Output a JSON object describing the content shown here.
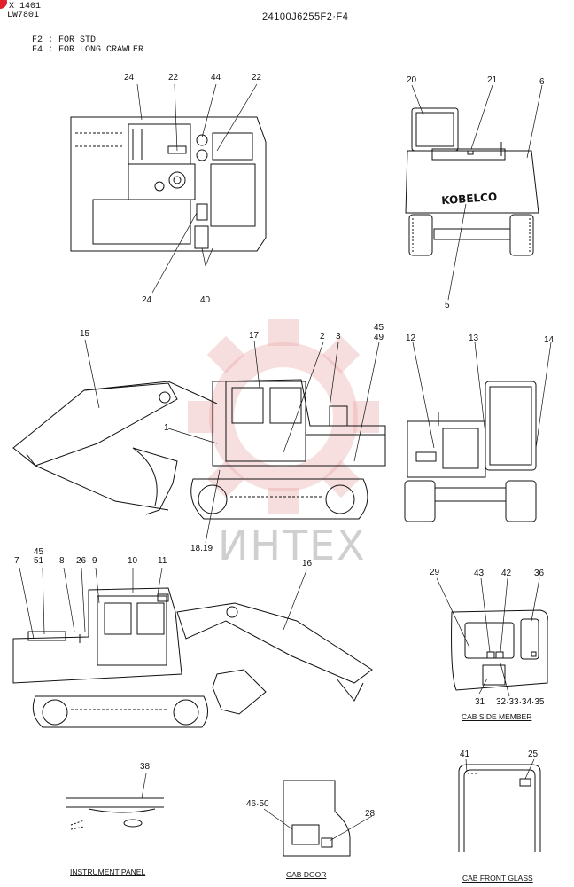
{
  "header": {
    "model_line1": "X 1401",
    "model_line2": "LW7801",
    "part_number": "24100J6255F2·F4",
    "notes": [
      "F2 : FOR STD",
      "F4 : FOR LONG CRAWLER"
    ]
  },
  "callouts": {
    "top_view": [
      "24",
      "22",
      "44",
      "22",
      "24",
      "40"
    ],
    "rear_view": [
      "20",
      "21",
      "6",
      "5"
    ],
    "left_side": [
      "15",
      "17",
      "2",
      "3",
      "45",
      "49",
      "1",
      "18.19"
    ],
    "front_view": [
      "12",
      "13",
      "14"
    ],
    "right_side": [
      "7",
      "45",
      "51",
      "8",
      "26",
      "9",
      "10",
      "11",
      "16"
    ],
    "cab_side": [
      "29",
      "43",
      "42",
      "36",
      "31",
      "32·33·34·35"
    ],
    "instrument": [
      "38"
    ],
    "cab_door": [
      "46·50",
      "28"
    ],
    "cab_front": [
      "41",
      "25"
    ]
  },
  "captions": {
    "cab_side": "CAB SIDE MEMBER",
    "instrument": "INSTRUMENT PANEL",
    "cab_door": "CAB DOOR",
    "cab_front": "CAB FRONT GLASS"
  },
  "brand_text": "KOBELCO",
  "watermark": "ИНТЕХ",
  "colors": {
    "line": "#111111",
    "watermark_red": "#e8a3a3",
    "marker_red": "#e0202a"
  }
}
